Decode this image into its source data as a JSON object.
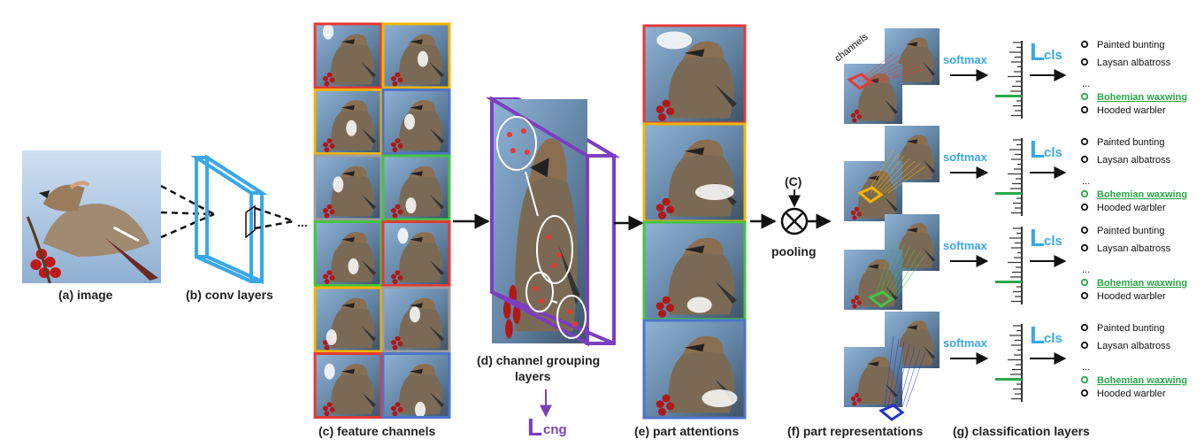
{
  "captions": {
    "image": "(a) image",
    "conv": "(b) conv layers",
    "feature": "(c) feature channels",
    "grouping_1": "(d) channel grouping",
    "grouping_2": "layers",
    "attention": "(e) part attentions",
    "representation": "(f) part representations",
    "classification": "(g) classification layers"
  },
  "ellipsis": "...",
  "loss_cng": {
    "letter": "L",
    "sub": "cng",
    "color": "#7b3fbf"
  },
  "loss_cls": {
    "letter": "L",
    "sub": "cls",
    "color": "#3aa8e8"
  },
  "pooling": {
    "label": "pooling",
    "concat": "(C)"
  },
  "softmax_label": "softmax",
  "channels_label": "channels",
  "classes": [
    "Painted bunting",
    "Laysan albatross",
    "...",
    "Bohemian waxwing",
    "Hooded warbler"
  ],
  "highlight_class": "Bohemian waxwing",
  "feature_border_colors": [
    [
      "#e53935",
      "#f5b400"
    ],
    [
      "#f5b400",
      "#4f74c8"
    ],
    [
      "#9e9e9e",
      "#43c443"
    ],
    [
      "#43c443",
      "#e53935"
    ],
    [
      "#f5b400",
      "#9e9e9e"
    ],
    [
      "#e53935",
      "#4f74c8"
    ]
  ],
  "attention_colors": [
    "#e53935",
    "#f5b400",
    "#43c443",
    "#4f74c8"
  ],
  "part_colors": [
    "#e53935",
    "#f5b400",
    "#43c443",
    "#2233cc"
  ],
  "colors": {
    "conv_box": "#3aa8e8",
    "grouping_box": "#7b3fbf",
    "highlight": "#2aa84a"
  }
}
